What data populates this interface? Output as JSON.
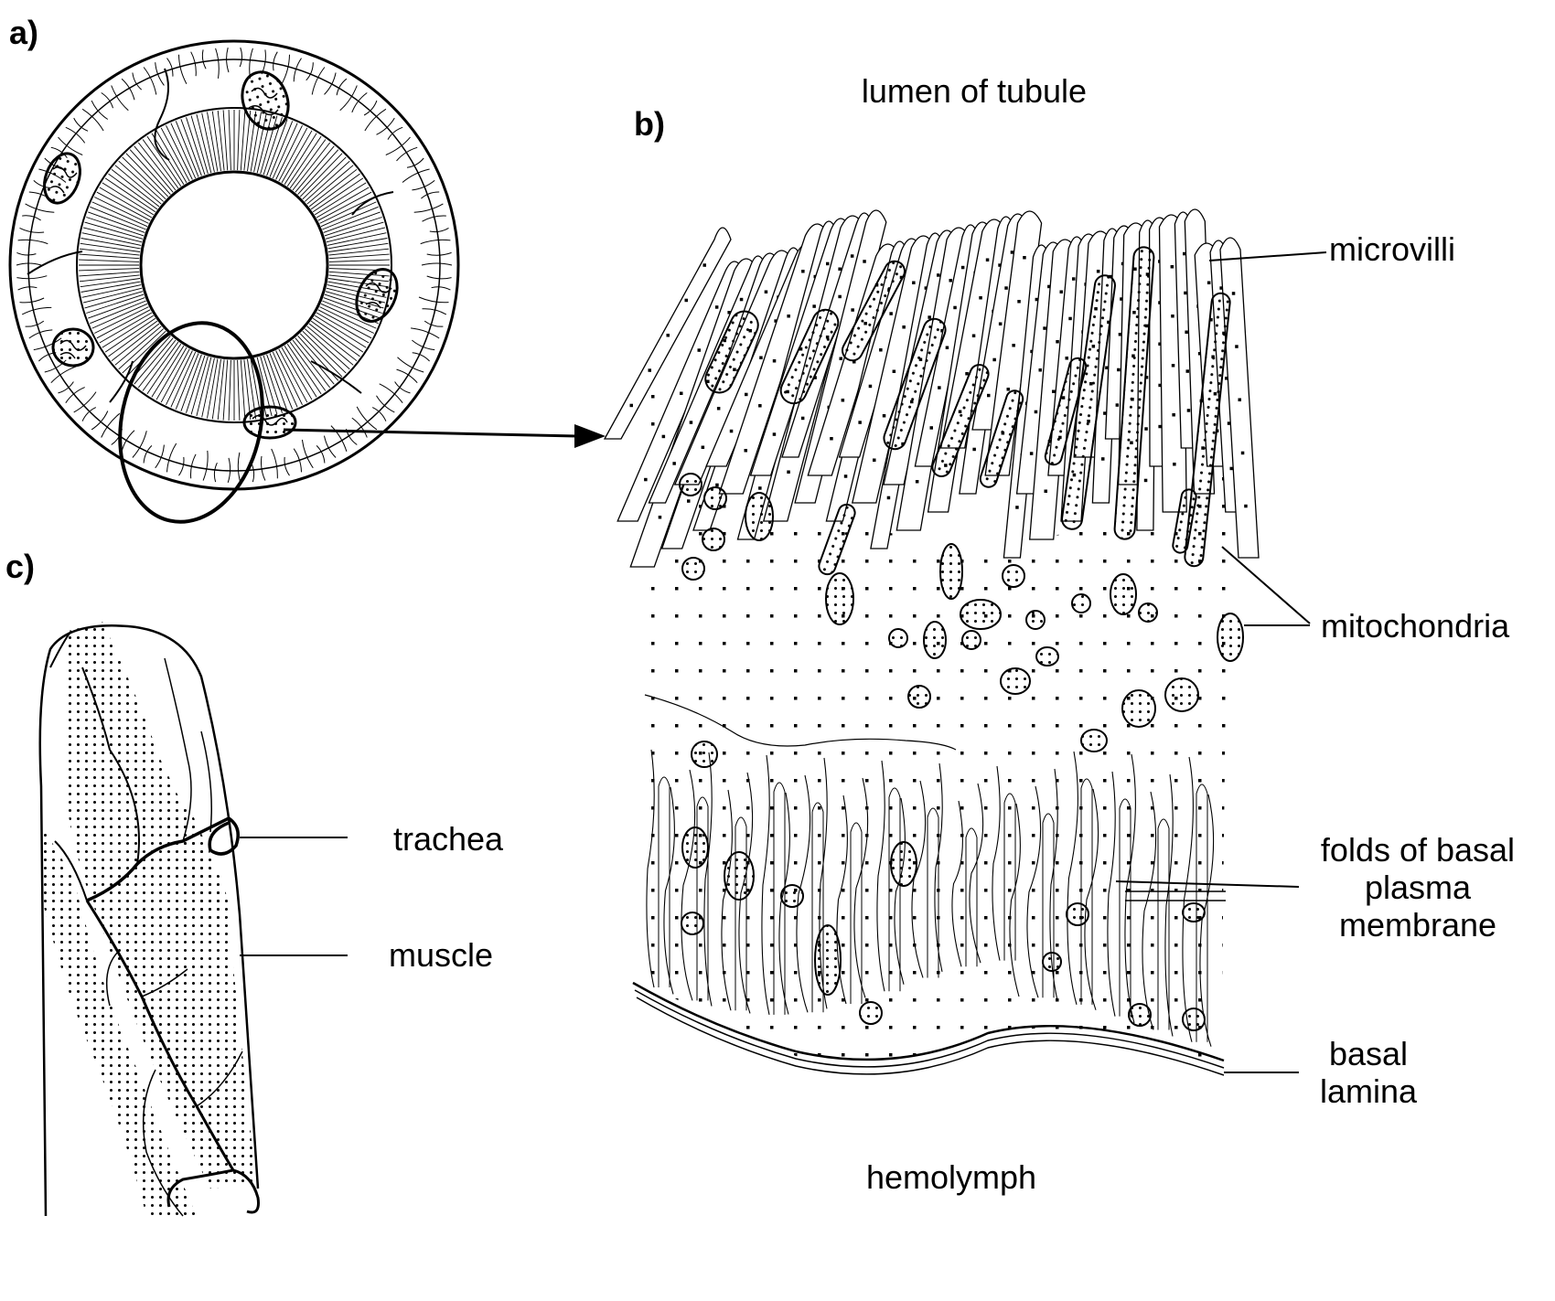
{
  "panels": {
    "a": {
      "label": "a)"
    },
    "b": {
      "label": "b)"
    },
    "c": {
      "label": "c)"
    }
  },
  "labels": {
    "lumen": "lumen of tubule",
    "microvilli": "microvilli",
    "mitochondria": "mitochondria",
    "folds": [
      "folds of basal",
      "plasma",
      "membrane"
    ],
    "basal_lamina": [
      "basal",
      "lamina"
    ],
    "hemolymph": "hemolymph",
    "trachea": "trachea",
    "muscle": "muscle"
  },
  "colors": {
    "ink": "#000000",
    "background": "#ffffff"
  }
}
